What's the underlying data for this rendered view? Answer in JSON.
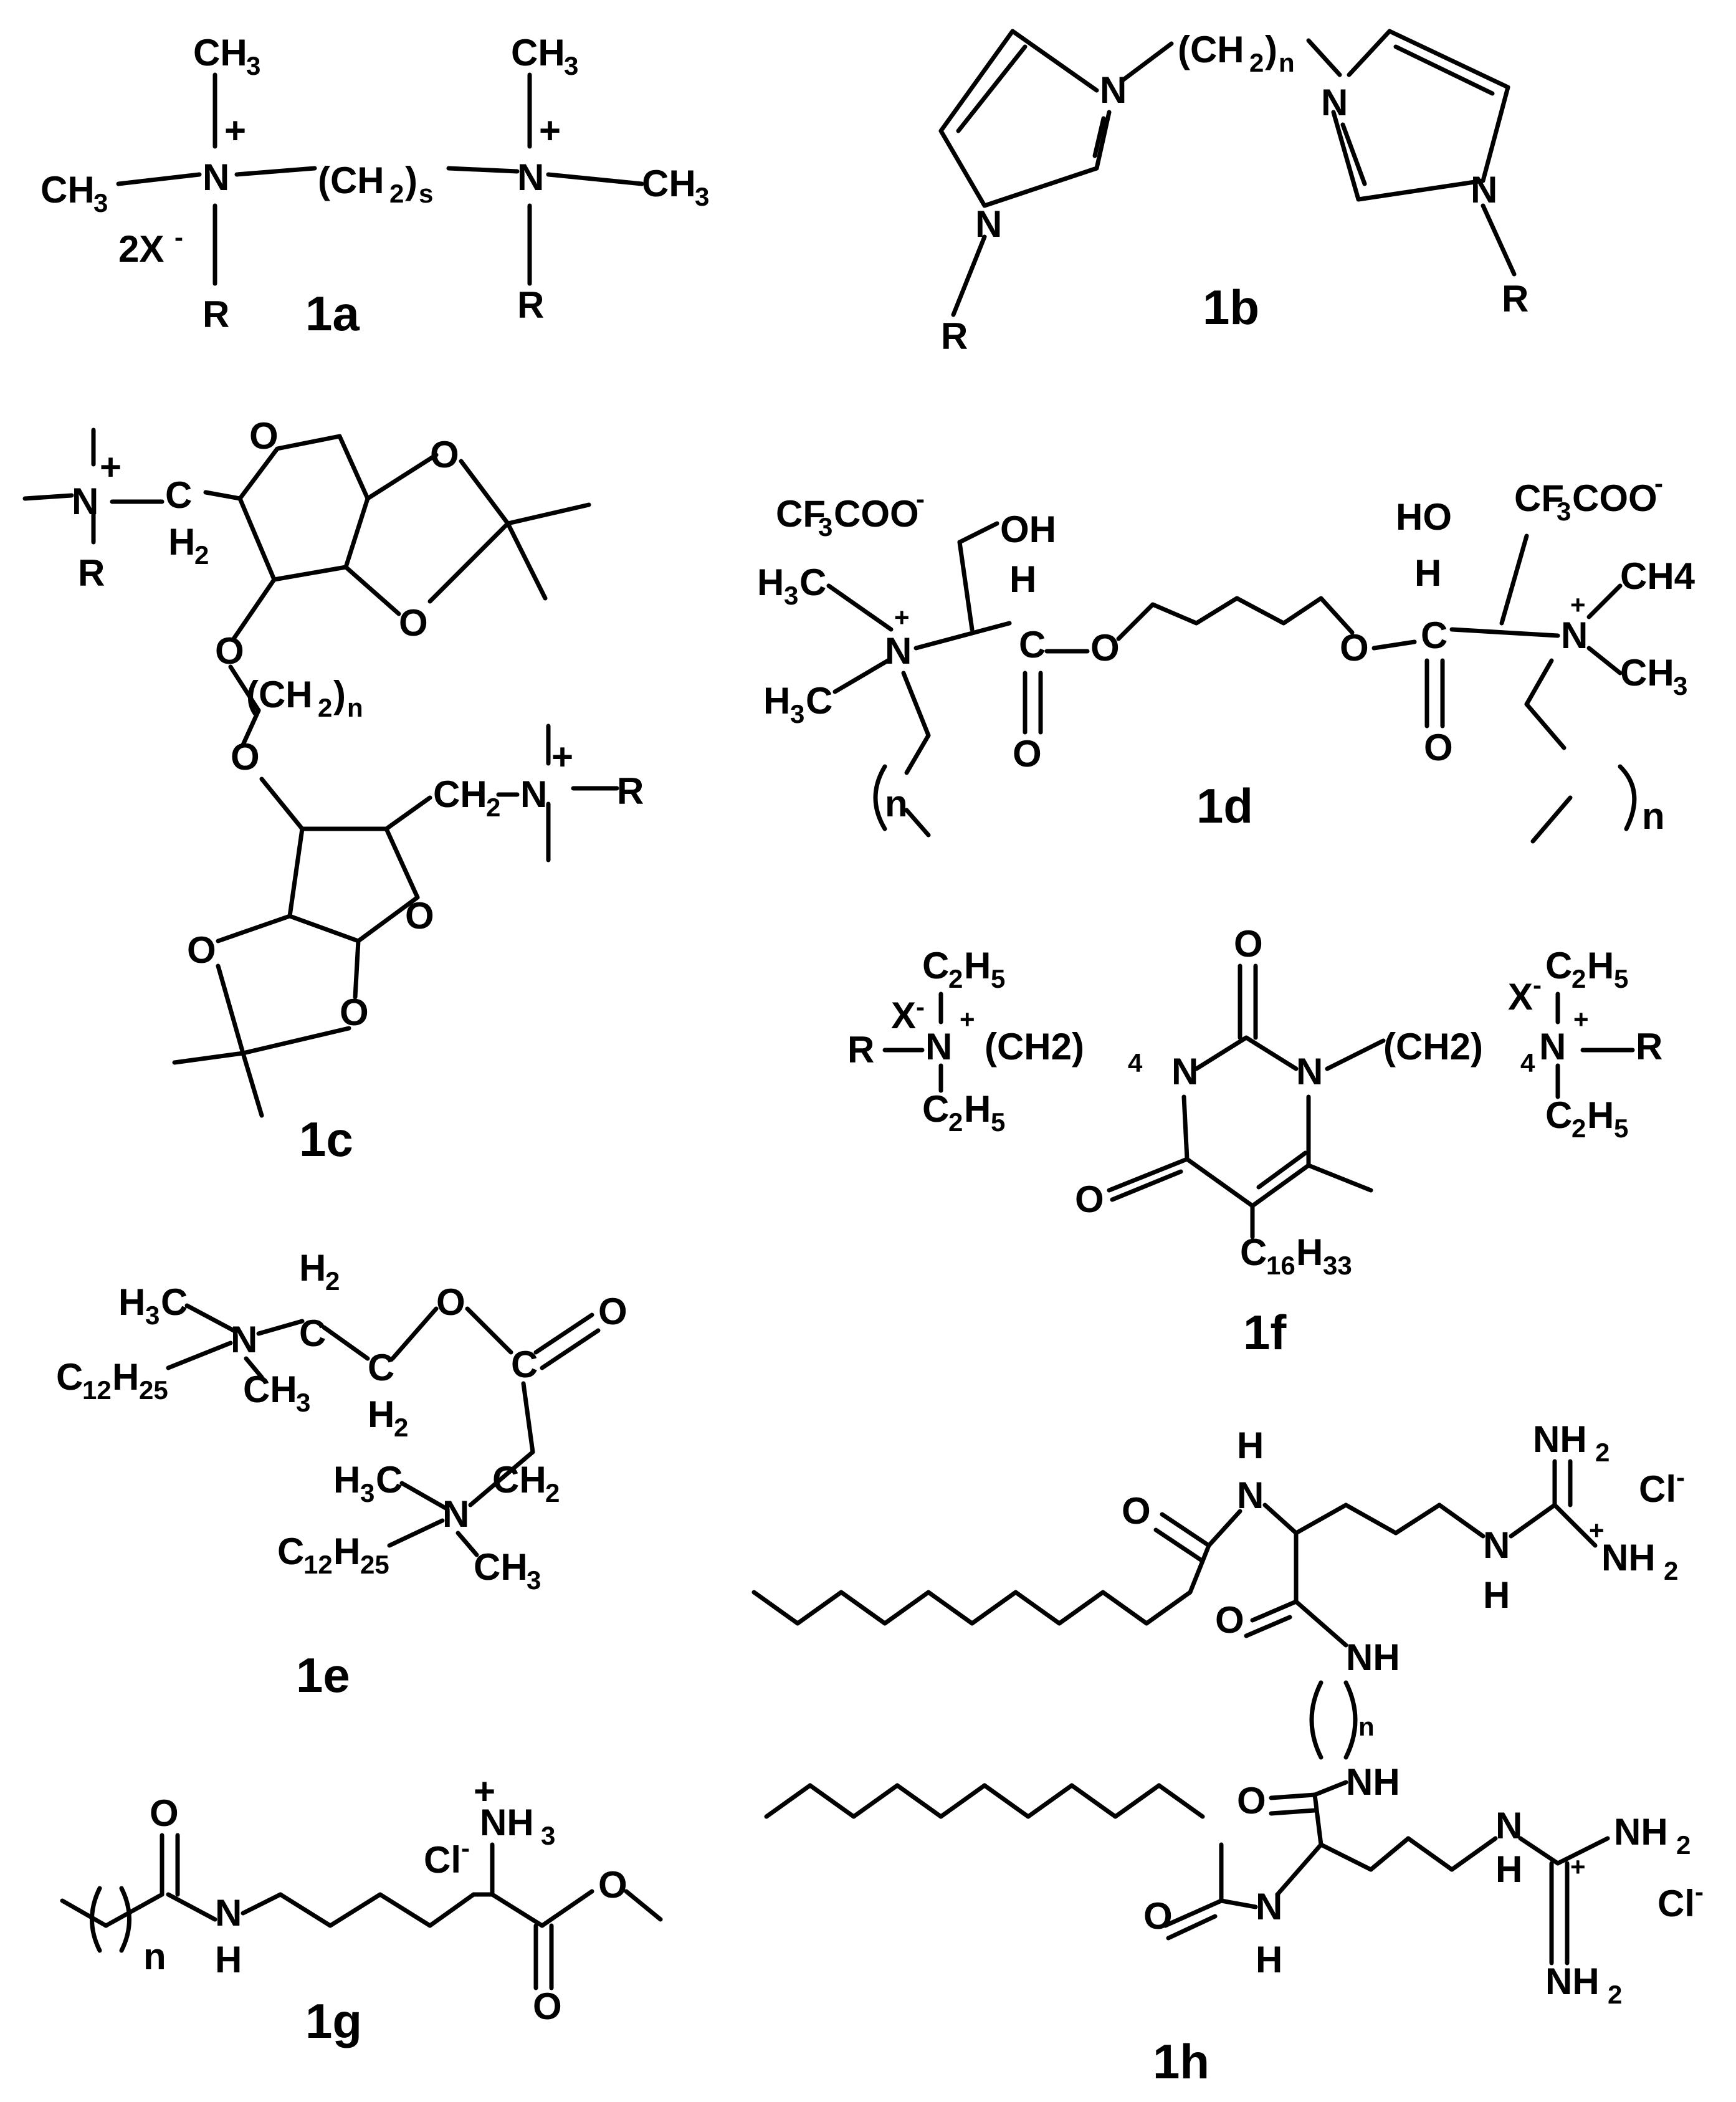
{
  "labels": {
    "c1a": "1a",
    "c1b": "1b",
    "c1c": "1c",
    "c1d": "1d",
    "c1e": "1e",
    "c1f": "1f",
    "c1g": "1g",
    "c1h": "1h"
  },
  "atoms": {
    "ch3": "CH",
    "sub3": "3",
    "n": "N",
    "plus": "+",
    "r": "R",
    "two_x": "2X",
    "minus": "-",
    "ch2": "(CH",
    "sub2": "2",
    "close_paren": ")",
    "s": "s",
    "nsub": "n",
    "o": "O",
    "h": "H",
    "h2": "H",
    "cf3coo": "CF",
    "coo": "COO",
    "oh": "OH",
    "ho": "HO",
    "ch4": "CH4",
    "c": "C",
    "x": "X",
    "c2h5": "C",
    "sub5": "5",
    "ch2_paren": "(CH2)",
    "sub4": "4",
    "c16h33": "C",
    "sub16": "16",
    "sub33": "33",
    "c12h25": "C",
    "sub12": "12",
    "sub25": "25",
    "h3c": "H",
    "nh": "NH",
    "nh2": "NH",
    "nh3": "NH",
    "cl": "Cl"
  }
}
